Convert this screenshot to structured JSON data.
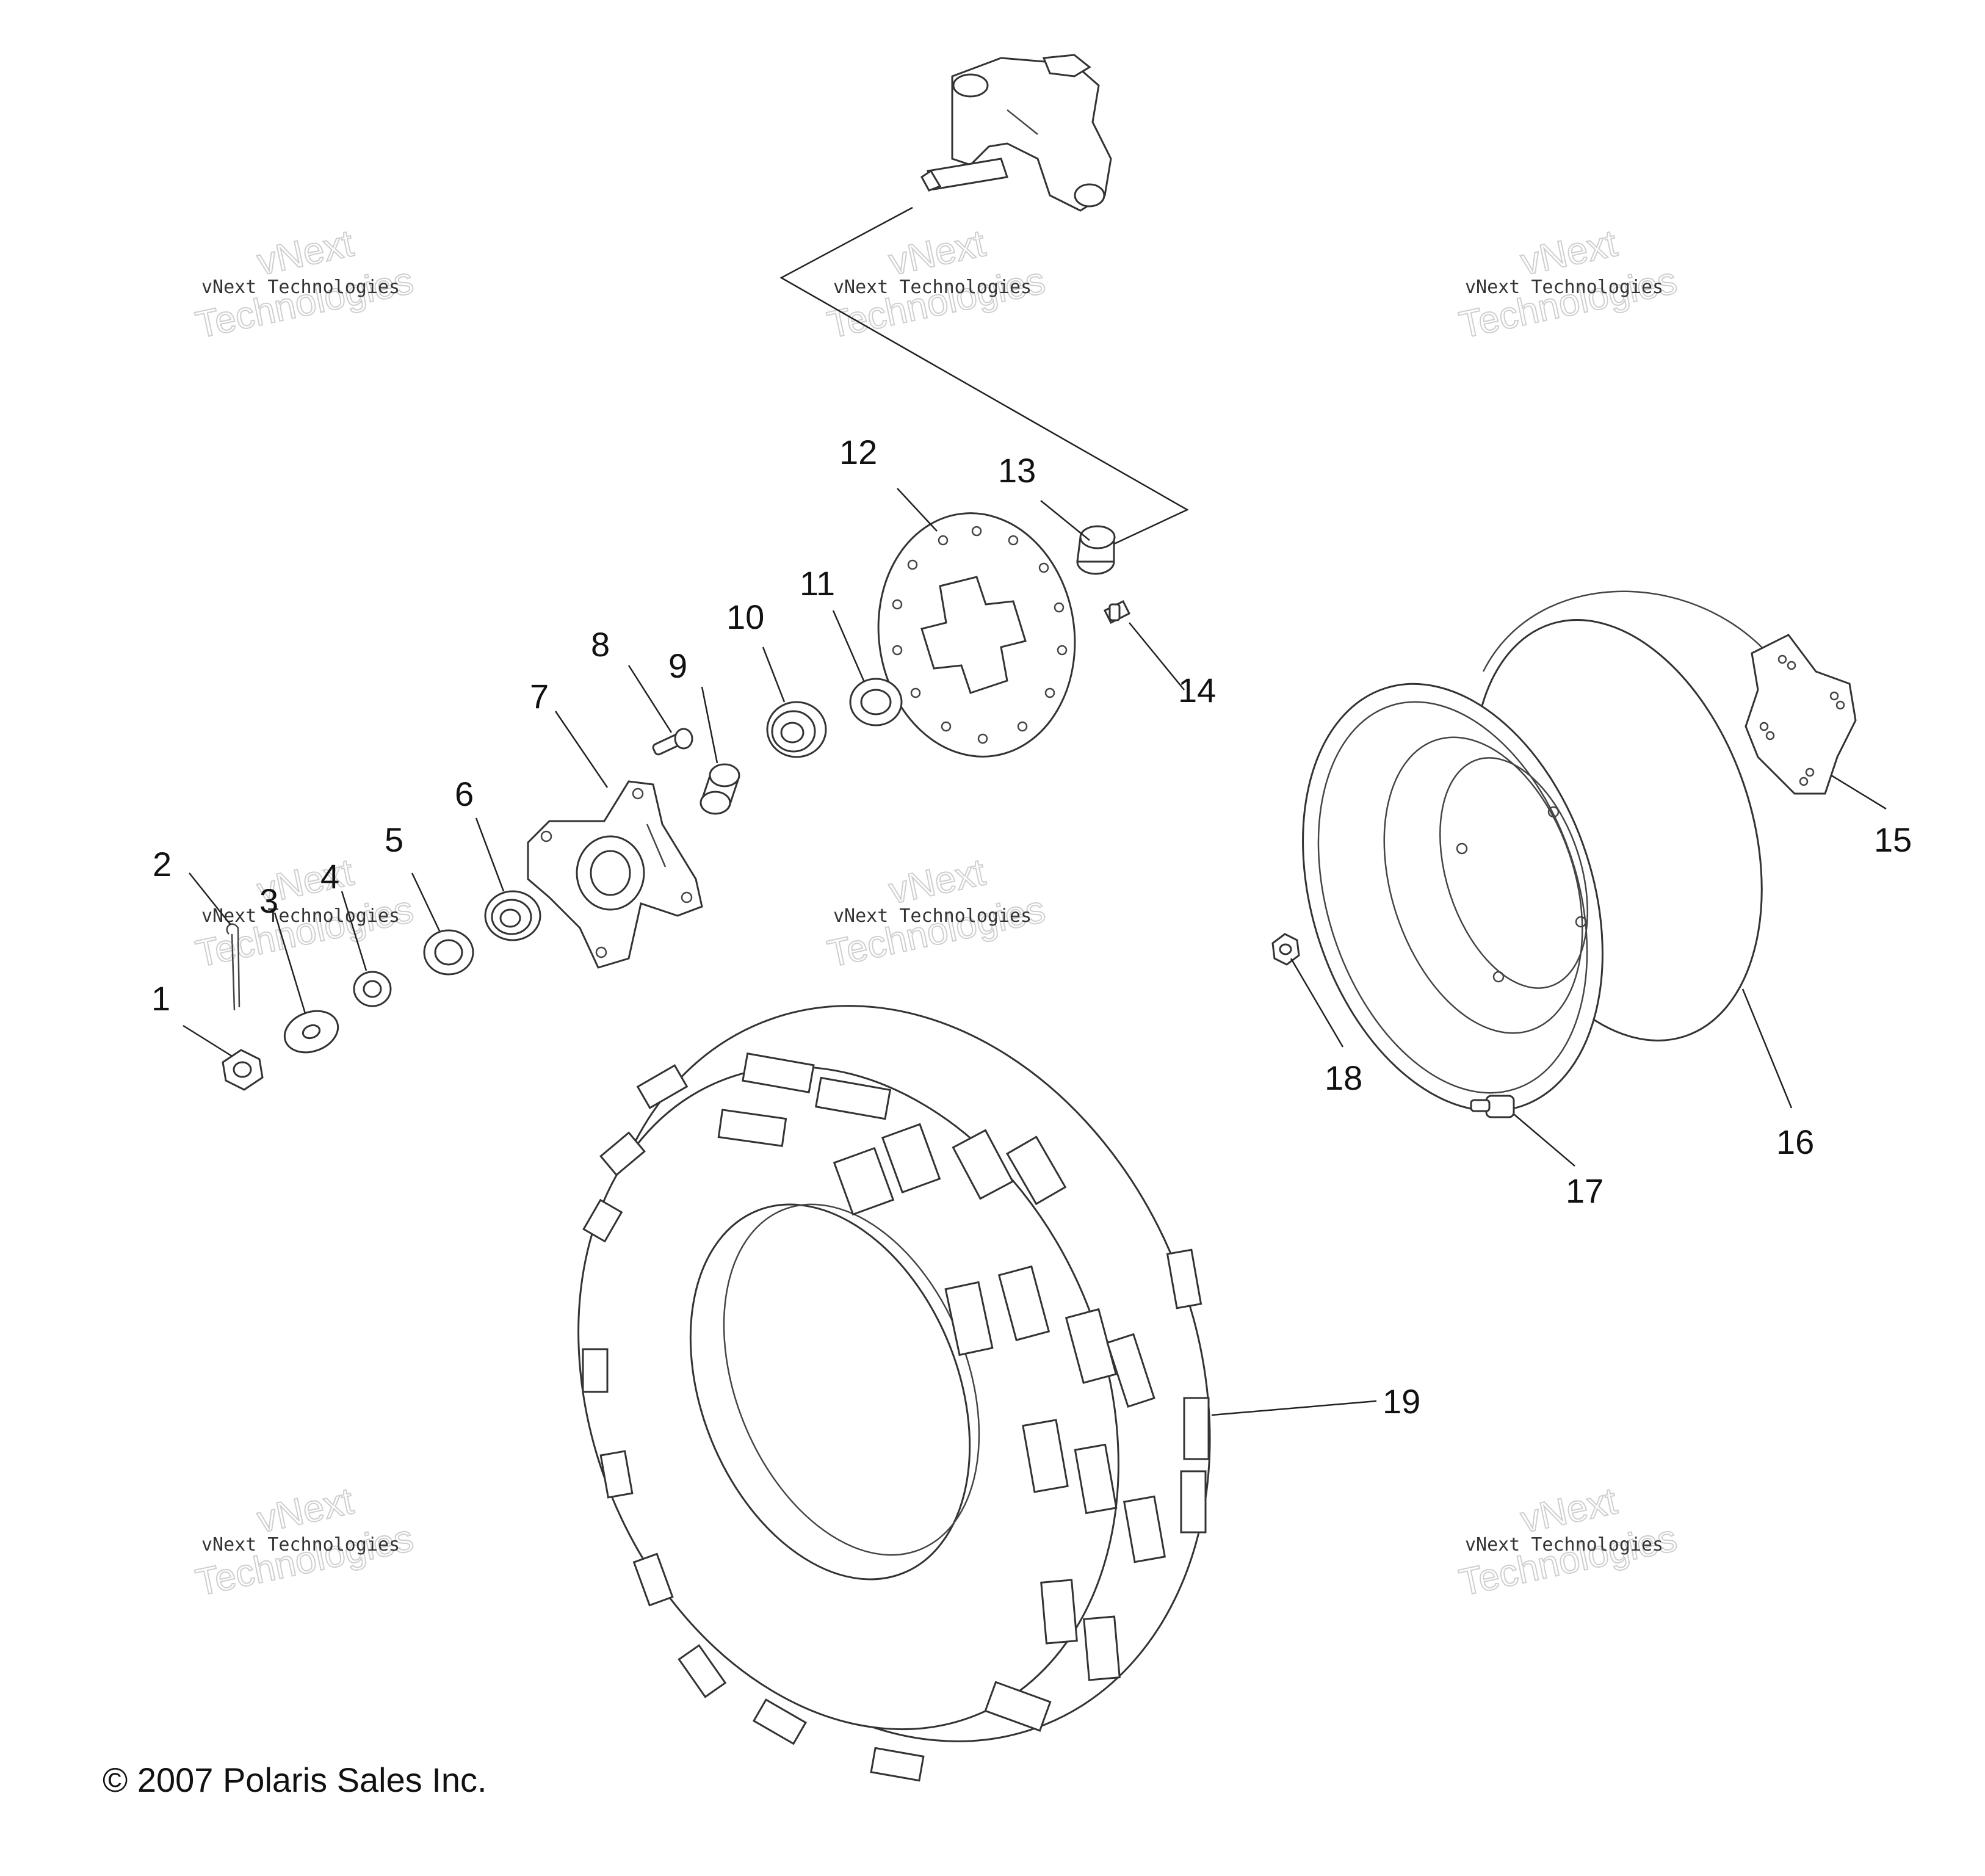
{
  "diagram": {
    "callouts": [
      "1",
      "2",
      "3",
      "4",
      "5",
      "6",
      "7",
      "8",
      "9",
      "10",
      "11",
      "12",
      "13",
      "14",
      "15",
      "16",
      "17",
      "18",
      "19"
    ],
    "copyright": "© 2007 Polaris Sales Inc.",
    "watermark": {
      "line_small": "vNext Technologies",
      "line_big_1": "vNext",
      "line_big_2": "Technologies"
    },
    "colors": {
      "line": "#333333",
      "text": "#111111",
      "watermark": "#cfcfcf"
    }
  }
}
